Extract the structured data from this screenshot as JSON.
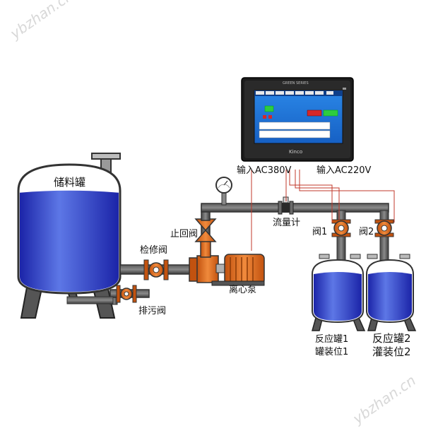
{
  "watermark": "ybzhan.cn",
  "hmi": {
    "series": "GREEN SERIES",
    "brand": "Kinco",
    "power_left": "输入AC380V",
    "power_right": "输入AC220V",
    "screen_accent": "#1e73d8",
    "body_color": "#1c1c1c"
  },
  "labels": {
    "storage_tank": "储料罐",
    "inspection_valve": "检修阀",
    "drain_valve": "排污阀",
    "check_valve": "止回阀",
    "centrifugal_pump": "离心泵",
    "flowmeter": "流量计",
    "valve1": "阀1",
    "valve2": "阀2",
    "reactor1_line1": "反应罐1",
    "reactor1_line2": "罐装位1",
    "reactor2_line1": "反应罐2",
    "reactor2_line2": "灌装位2"
  },
  "colors": {
    "pipe": "#3a3a3a",
    "liquid": "#2a32c8",
    "pump_orange": "#e36a1c",
    "wire_red": "#c0392b"
  }
}
